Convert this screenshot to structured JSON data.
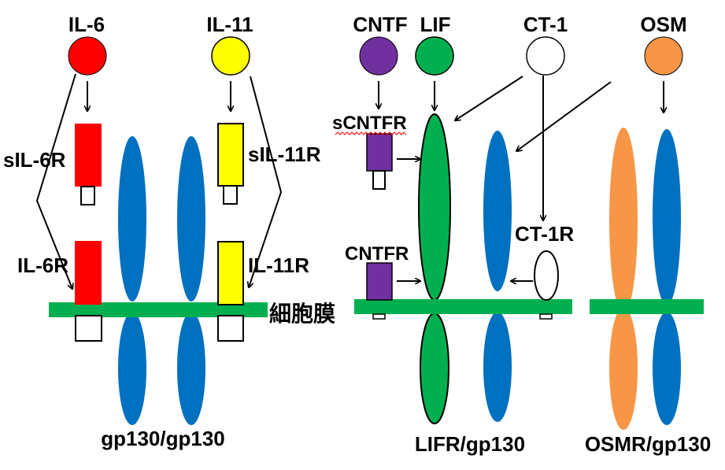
{
  "ligands": {
    "il6": "IL-6",
    "il11": "IL-11",
    "cntf": "CNTF",
    "lif": "LIF",
    "ct1": "CT-1",
    "osm": "OSM"
  },
  "receptors": {
    "sil6r": "sIL-6R",
    "il6r": "IL-6R",
    "sil11r": "sIL-11R",
    "il11r": "IL-11R",
    "scntfr": "sCNTFR",
    "cntfr": "CNTFR",
    "ct1r": "CT-1R"
  },
  "membrane_label": "細胞膜",
  "complexes": {
    "left": "gp130/gp130",
    "middle": "LIFR/gp130",
    "right": "OSMR/gp130"
  },
  "colors": {
    "il6": "#ff0000",
    "il11": "#ffff00",
    "cntf": "#7030a0",
    "lif": "#00b050",
    "ct1": "#ffffff",
    "osm": "#f79646",
    "gp130": "#0070c0",
    "membrane": "#00b050"
  }
}
